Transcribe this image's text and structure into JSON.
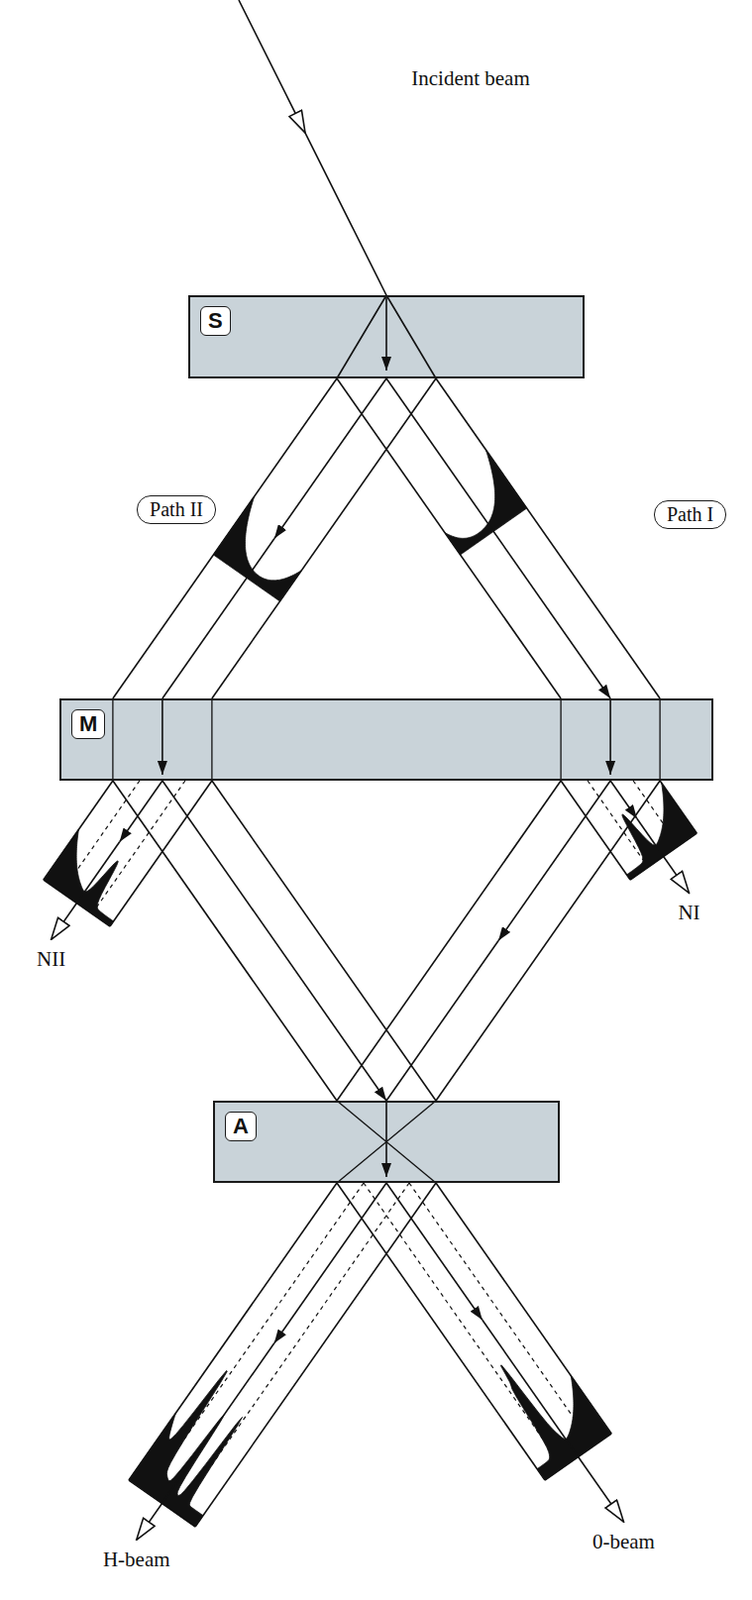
{
  "diagram": {
    "nodes": [
      {
        "text": [
          "S"
        ]
      },
      {
        "text": [
          "Path II"
        ]
      },
      {
        "text": [
          "Path I"
        ]
      },
      {
        "text": [
          "M"
        ]
      },
      {
        "text": [
          "A"
        ]
      }
    ],
    "edges": [
      {
        "from": 0,
        "to": 3,
        "arrow": "to"
      },
      {
        "from": 3,
        "to": 4,
        "arrow": "to"
      }
    ],
    "labels": [
      "Incident beam",
      "NII",
      "NI",
      "H-beam",
      "0-beam"
    ]
  }
}
